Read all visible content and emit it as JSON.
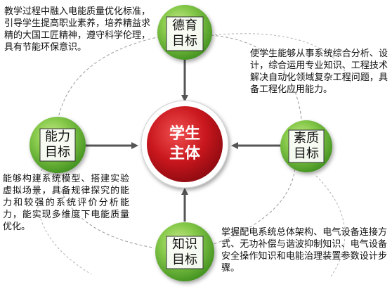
{
  "center": {
    "line1": "学生",
    "line2": "主体",
    "color": "#c8161d"
  },
  "node_color": "#6ab536",
  "nodes": {
    "moral": {
      "line1": "德育",
      "line2": "目标"
    },
    "quality": {
      "line1": "素质",
      "line2": "目标"
    },
    "knowledge": {
      "line1": "知识",
      "line2": "目标"
    },
    "ability": {
      "line1": "能力",
      "line2": "目标"
    }
  },
  "descriptions": {
    "moral": "教学过程中融入电能质量优化标准，引导学生提高职业素养，培养精益求精的大国工匠精神，遵守科学伦理，具有节能环保意识。",
    "quality": "使学生能够从事系统综合分析、设计，综合运用专业知识、工程技术解决自动化领域复杂工程问题，具备工程化应用能力。",
    "ability": "能够构建系统模型、搭建实验虚拟场景，具备规律探究的能力和较强的系统评价分析能力，能实现多维度下电能质量优化。",
    "knowledge": "掌握配电系统总体架构、电气设备连接方式、无功补偿与谐波抑制知识、电气设备安全操作知识和电能治理装置参数设计步骤。"
  }
}
